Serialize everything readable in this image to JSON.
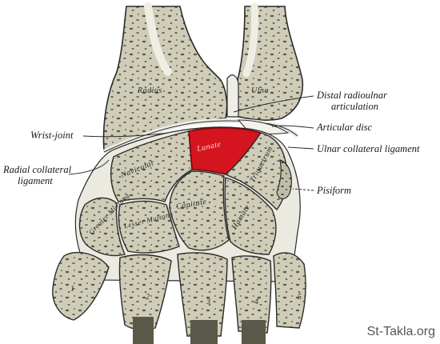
{
  "labels": {
    "distal_radioulnar": "Distal radioulnar",
    "articulation": "articulation",
    "articular_disc": "Articular disc",
    "ulnar_collateral": "Ulnar collateral ligament",
    "pisiform": "Pisiform",
    "wrist_joint": "Wrist-joint",
    "radial_collateral": "Radial collateral",
    "ligament": "ligament"
  },
  "bones": {
    "radius": "Radius",
    "ulna": "Ulna",
    "lunate": "Lunate",
    "navicular": "Navicular",
    "triquetrum": "Triquetrum",
    "greater_multangular": "Greater Multang",
    "lesser_multangular": "Lesser Multang",
    "capitate": "Capitate",
    "hamate": "Hamate"
  },
  "metacarpals": [
    "1",
    "2",
    "3",
    "4",
    "5"
  ],
  "watermark": "St-Takla.org",
  "colors": {
    "highlight": "#d4141e",
    "bone": "#cfcdb8",
    "cartilage": "#eeeee6",
    "line": "#2b2b2b"
  }
}
